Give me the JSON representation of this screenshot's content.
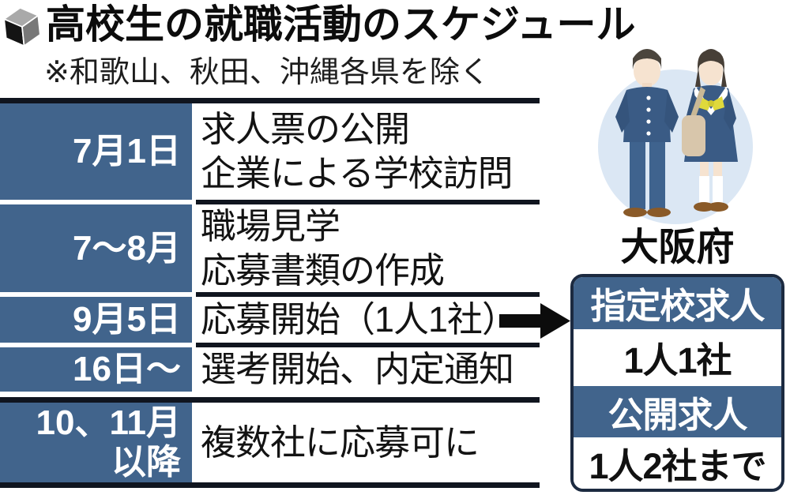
{
  "title": "高校生の就職活動のスケジュール",
  "note": "※和歌山、秋田、沖縄各県を除く",
  "icons": {
    "title_bullet": "cube-icon",
    "flow_arrow": "arrow-right-icon",
    "illustration": "students-in-school-uniform"
  },
  "schedule": {
    "rows": [
      {
        "date": "7月1日",
        "date2": "",
        "line1": "求人票の公開",
        "line2": "企業による学校訪問"
      },
      {
        "date": "7～8月",
        "date2": "",
        "line1": "職場見学",
        "line2": "応募書類の作成"
      },
      {
        "date": "9月5日",
        "date2": "",
        "line1": "応募開始（1人1社）",
        "line2": ""
      },
      {
        "date": "16日～",
        "date2": "",
        "line1": "選考開始、内定通知",
        "line2": ""
      },
      {
        "date": "10、11月",
        "date2": "以降",
        "line1": "複数社に応募可に",
        "line2": ""
      }
    ]
  },
  "osaka": {
    "label": "大阪府",
    "boxes": [
      {
        "title": "指定校求人",
        "value": "1人1社"
      },
      {
        "title": "公開求人",
        "value": "1人2社まで"
      }
    ]
  },
  "colors": {
    "cell_blue": "#41648c",
    "line_dark": "#10151f",
    "box_border_navy": "#1c2a40",
    "circle_bg": "#dbe7f4",
    "uniform_navy": "#3a5b85",
    "ribbon_yellow": "#dfd93c",
    "bag_tan": "#d8c6ab",
    "skin": "#f6e3d0",
    "shoe_brown": "#8a5a28"
  }
}
